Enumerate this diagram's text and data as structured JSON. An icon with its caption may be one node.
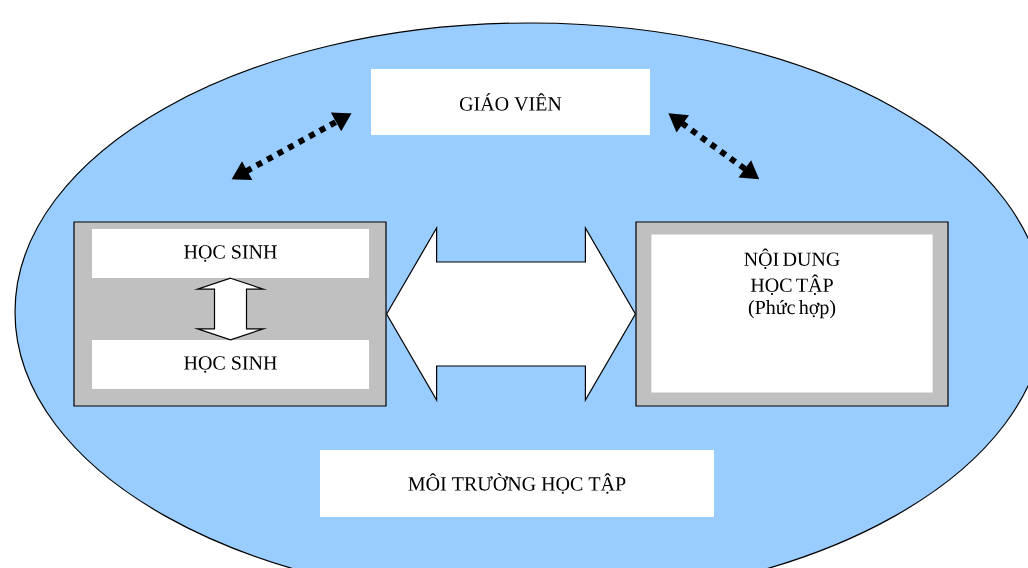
{
  "diagram": {
    "nodes": [
      {
        "text": [],
        "shape": "ellipse"
      },
      {
        "text": [
          "GIÁO VIÊN"
        ],
        "in": 0
      },
      {
        "text": [],
        "shape": "box",
        "in": 0
      },
      {
        "text": [
          "HỌC SINH"
        ],
        "in": 2
      },
      {
        "text": [
          "HỌC SINH"
        ],
        "in": 2
      },
      {
        "text": [
          "NỘI DUNG HỌC TẬP",
          "(Phức hợp)"
        ],
        "in": 0
      },
      {
        "text": [
          "MÔI TRƯỜNG HỌC TẬP"
        ],
        "in": 0
      }
    ],
    "edges": [
      {
        "from": 2,
        "to": 1,
        "arrow": "both",
        "style": "dashed"
      },
      {
        "from": 1,
        "to": 5,
        "arrow": "both",
        "style": "dashed"
      },
      {
        "from": 2,
        "to": 5,
        "arrow": "both",
        "style": "thick"
      },
      {
        "from": 3,
        "to": 4,
        "arrow": "both",
        "style": "thick"
      }
    ]
  }
}
